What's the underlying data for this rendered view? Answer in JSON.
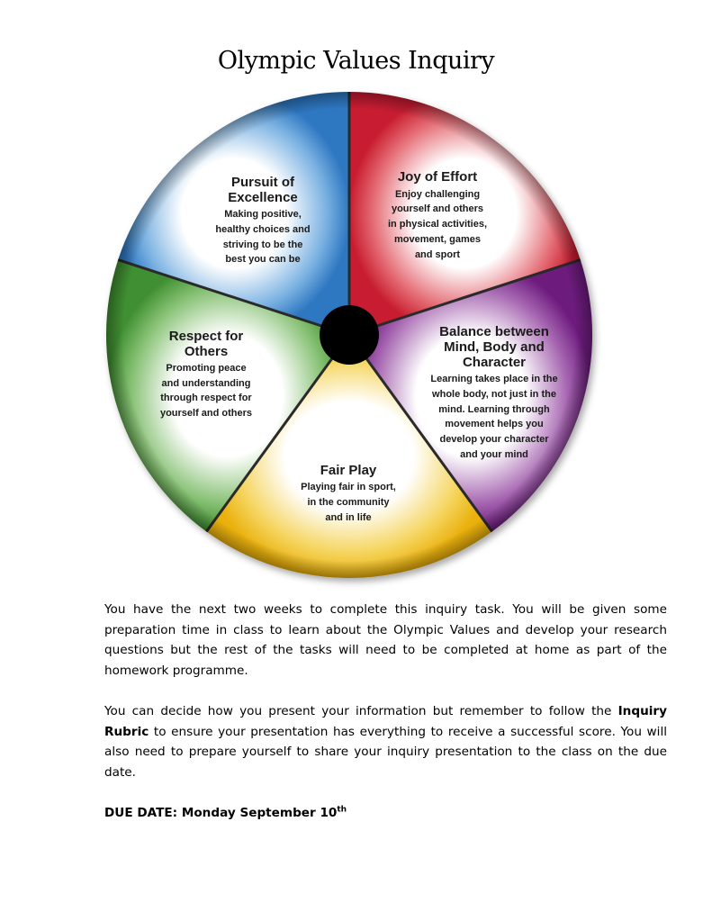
{
  "title": "Olympic Values Inquiry",
  "wheel": {
    "colors": {
      "joy": "#d9273a",
      "balance": "#7a2188",
      "fairplay": "#f1c316",
      "respect": "#4e9e3c",
      "pursuit": "#3a86cf",
      "hub": "#000000"
    },
    "segments": {
      "joy": {
        "title": "Joy of Effort",
        "desc": [
          "Enjoy challenging",
          "yourself and others",
          "in physical activities,",
          "movement, games",
          "and sport"
        ]
      },
      "balance": {
        "title": [
          "Balance between",
          "Mind, Body and",
          "Character"
        ],
        "desc": [
          "Learning takes place in the",
          "whole body,  not just in the",
          "mind. Learning through",
          "movement helps you",
          "develop your character",
          "and your mind"
        ]
      },
      "fairplay": {
        "title": "Fair Play",
        "desc": [
          "Playing fair in sport,",
          "in the community",
          "and in life"
        ]
      },
      "respect": {
        "title": [
          "Respect for",
          "Others"
        ],
        "desc": [
          "Promoting peace",
          "and understanding",
          "through respect for",
          "yourself and others"
        ]
      },
      "pursuit": {
        "title": [
          "Pursuit of",
          "Excellence"
        ],
        "desc": [
          "Making positive,",
          "healthy choices and",
          "striving to be the",
          "best you can be"
        ]
      }
    }
  },
  "body": {
    "paragraph1": "You have the next two weeks to complete this inquiry task. You will be given some preparation time in class to learn about the Olympic Values and develop your research questions but the rest of the tasks will need to be completed at home as part of the homework programme.",
    "paragraph2_before": "You can decide how you present your information but remember to follow the ",
    "paragraph2_bold": "Inquiry Rubric",
    "paragraph2_after": " to ensure your presentation has everything to receive a successful score. You will also need to prepare yourself to share your inquiry presentation to the class on the due date.",
    "due_date": "DUE DATE: Monday September 10",
    "due_date_sup": "th"
  }
}
